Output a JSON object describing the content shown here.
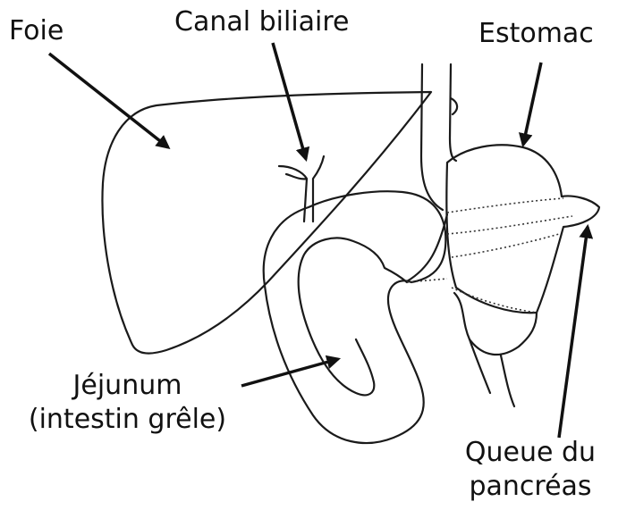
{
  "labels": {
    "liver": "Foie",
    "bile_duct": "Canal biliaire",
    "stomach": "Estomac",
    "jejunum_line1": "Jéjunum",
    "jejunum_line2": "(intestin grêle)",
    "pancreas_line1": "Queue du",
    "pancreas_line2": "pancréas"
  },
  "colors": {
    "outline": "#1a1a1a",
    "arrow": "#111111",
    "background": "#ffffff"
  }
}
